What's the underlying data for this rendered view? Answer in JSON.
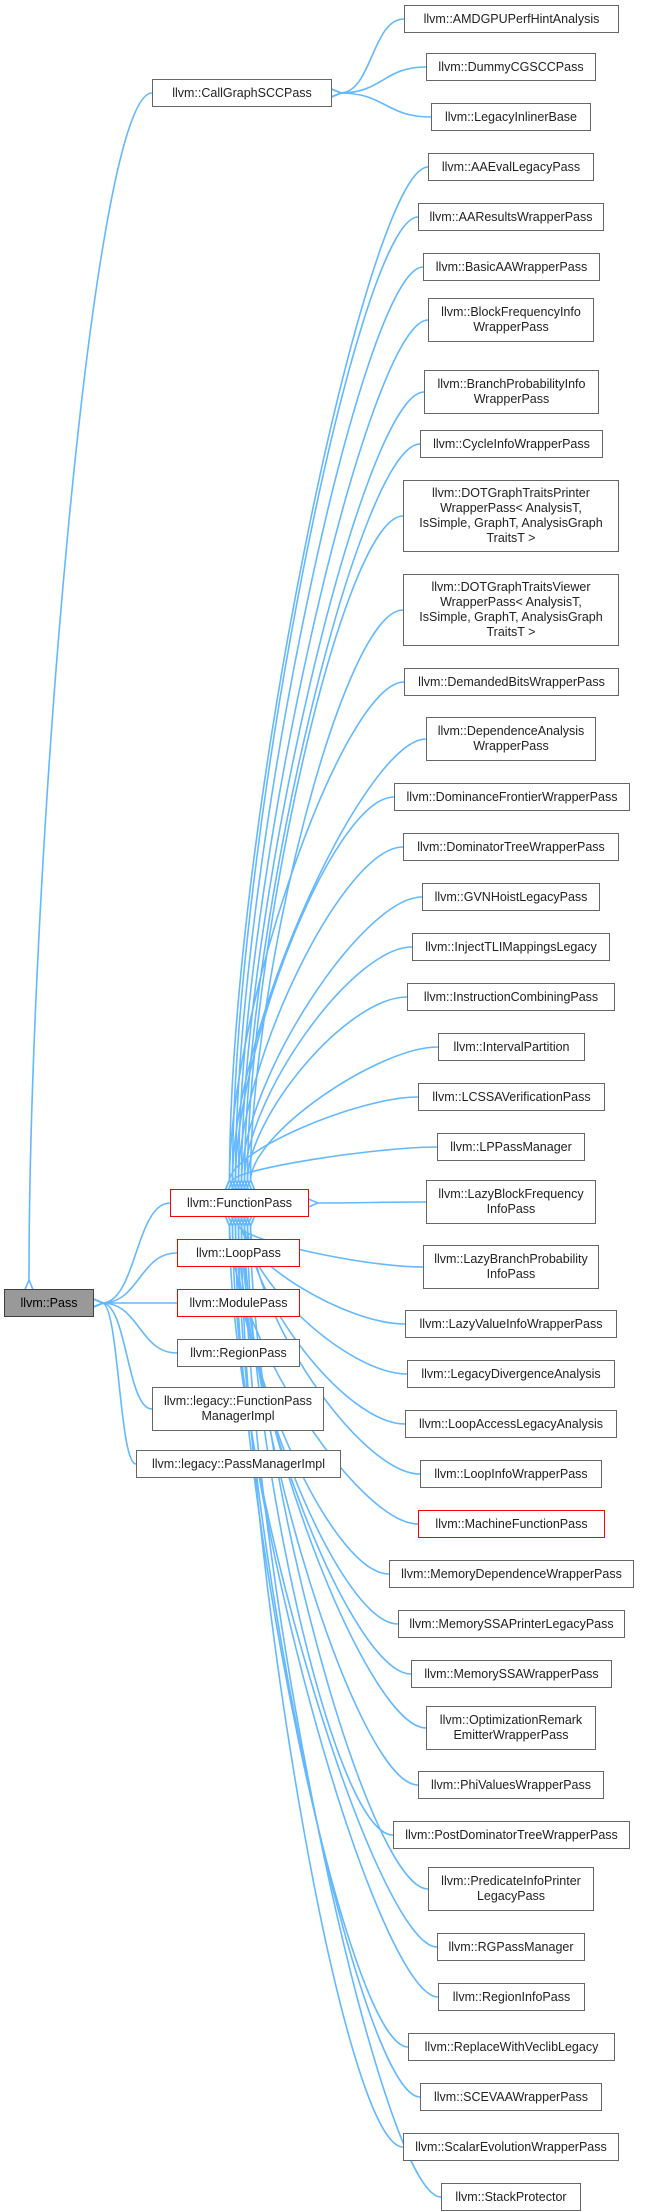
{
  "diagram": {
    "colors": {
      "edge": "#63b8ff",
      "border": "#666666",
      "red_border": "#ff0000",
      "root_fill": "#999999"
    },
    "nodes": {
      "pass": "llvm::Pass",
      "callgraphscc": "llvm::CallGraphSCCPass",
      "amdgpu": "llvm::AMDGPUPerfHintAnalysis",
      "dummycg": "llvm::DummyCGSCCPass",
      "legacyinliner": "llvm::LegacyInlinerBase",
      "functionpass": "llvm::FunctionPass",
      "looppass": "llvm::LoopPass",
      "modulepass": "llvm::ModulePass",
      "regionpass": "llvm::RegionPass",
      "fpmimpl": "llvm::legacy::FunctionPass\nManagerImpl",
      "pmimpl": "llvm::legacy::PassManagerImpl",
      "aaeval": "llvm::AAEvalLegacyPass",
      "aaresults": "llvm::AAResultsWrapperPass",
      "basicaa": "llvm::BasicAAWrapperPass",
      "blockfreq": "llvm::BlockFrequencyInfo\nWrapperPass",
      "branchprob": "llvm::BranchProbabilityInfo\nWrapperPass",
      "cycleinfo": "llvm::CycleInfoWrapperPass",
      "dotprinter": "llvm::DOTGraphTraitsPrinter\nWrapperPass< AnalysisT,\n IsSimple, GraphT, AnalysisGraph\nTraitsT >",
      "dotviewer": "llvm::DOTGraphTraitsViewer\nWrapperPass< AnalysisT,\n IsSimple, GraphT, AnalysisGraph\nTraitsT >",
      "demandedbits": "llvm::DemandedBitsWrapperPass",
      "dependence": "llvm::DependenceAnalysis\nWrapperPass",
      "domfrontier": "llvm::DominanceFrontierWrapperPass",
      "domtree": "llvm::DominatorTreeWrapperPass",
      "gvnhoist": "llvm::GVNHoistLegacyPass",
      "injecttli": "llvm::InjectTLIMappingsLegacy",
      "instcombine": "llvm::InstructionCombiningPass",
      "intervalpart": "llvm::IntervalPartition",
      "lcssaverif": "llvm::LCSSAVerificationPass",
      "lppm": "llvm::LPPassManager",
      "lazyblockfreq": "llvm::LazyBlockFrequency\nInfoPass",
      "lazybranchprob": "llvm::LazyBranchProbability\nInfoPass",
      "lazyvalue": "llvm::LazyValueInfoWrapperPass",
      "legacydiv": "llvm::LegacyDivergenceAnalysis",
      "loopaccess": "llvm::LoopAccessLegacyAnalysis",
      "loopinfo": "llvm::LoopInfoWrapperPass",
      "machinefunc": "llvm::MachineFunctionPass",
      "memdep": "llvm::MemoryDependenceWrapperPass",
      "memssaprinter": "llvm::MemorySSAPrinterLegacyPass",
      "memssa": "llvm::MemorySSAWrapperPass",
      "optremark": "llvm::OptimizationRemark\nEmitterWrapperPass",
      "phivalues": "llvm::PhiValuesWrapperPass",
      "postdomtree": "llvm::PostDominatorTreeWrapperPass",
      "predinfo": "llvm::PredicateInfoPrinter\nLegacyPass",
      "rgpm": "llvm::RGPassManager",
      "regioninfo": "llvm::RegionInfoPass",
      "replaceveclib": "llvm::ReplaceWithVeclibLegacy",
      "scevaa": "llvm::SCEVAAWrapperPass",
      "scalarevo": "llvm::ScalarEvolutionWrapperPass",
      "stackprot": "llvm::StackProtector"
    }
  }
}
